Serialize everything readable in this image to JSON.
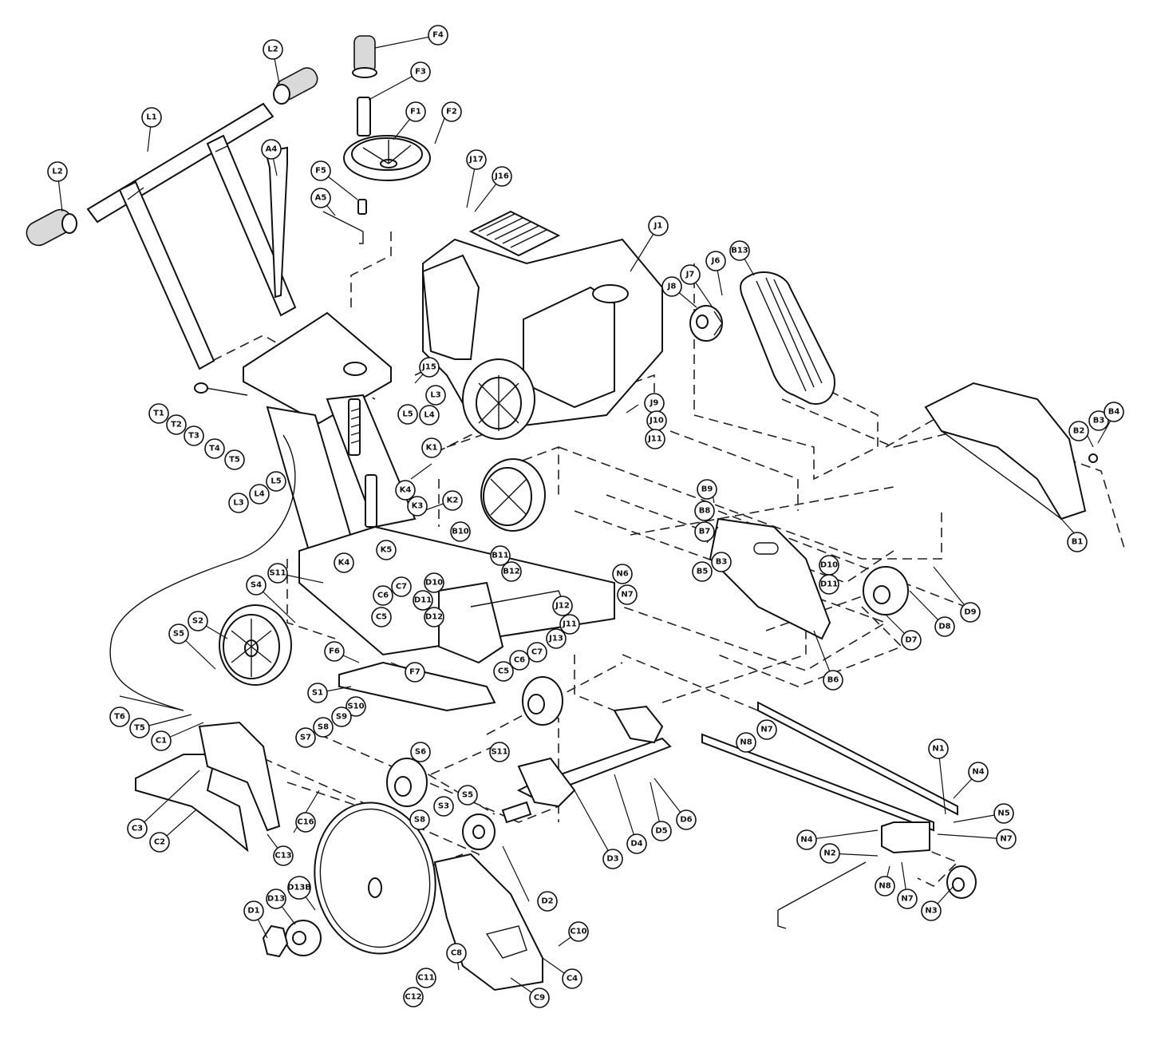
{
  "callouts": [
    {
      "id": "F4",
      "label": "F4"
    },
    {
      "id": "F3",
      "label": "F3"
    },
    {
      "id": "F1",
      "label": "F1"
    },
    {
      "id": "F2",
      "label": "F2"
    },
    {
      "id": "F5",
      "label": "F5"
    },
    {
      "id": "A5",
      "label": "A5"
    },
    {
      "id": "A4",
      "label": "A4"
    },
    {
      "id": "L1",
      "label": "L1"
    },
    {
      "id": "L2a",
      "label": "L2"
    },
    {
      "id": "L2b",
      "label": "L2"
    },
    {
      "id": "J17",
      "label": "J17"
    },
    {
      "id": "J16",
      "label": "J16"
    },
    {
      "id": "J1",
      "label": "J1"
    },
    {
      "id": "B13",
      "label": "B13"
    },
    {
      "id": "J6",
      "label": "J6"
    },
    {
      "id": "J7",
      "label": "J7"
    },
    {
      "id": "J8",
      "label": "J8"
    },
    {
      "id": "J15",
      "label": "J15"
    },
    {
      "id": "L3a",
      "label": "L3"
    },
    {
      "id": "L4a",
      "label": "L4"
    },
    {
      "id": "L5a",
      "label": "L5"
    },
    {
      "id": "J9",
      "label": "J9"
    },
    {
      "id": "J10",
      "label": "J10"
    },
    {
      "id": "J11a",
      "label": "J11"
    },
    {
      "id": "T1",
      "label": "T1"
    },
    {
      "id": "T2",
      "label": "T2"
    },
    {
      "id": "T3",
      "label": "T3"
    },
    {
      "id": "T4",
      "label": "T4"
    },
    {
      "id": "T5a",
      "label": "T5"
    },
    {
      "id": "L5b",
      "label": "L5"
    },
    {
      "id": "L4b",
      "label": "L4"
    },
    {
      "id": "L3b",
      "label": "L3"
    },
    {
      "id": "K1",
      "label": "K1"
    },
    {
      "id": "K4a",
      "label": "K4"
    },
    {
      "id": "K3",
      "label": "K3"
    },
    {
      "id": "K2",
      "label": "K2"
    },
    {
      "id": "K4b",
      "label": "K4"
    },
    {
      "id": "K5",
      "label": "K5"
    },
    {
      "id": "B10",
      "label": "B10"
    },
    {
      "id": "B11",
      "label": "B11"
    },
    {
      "id": "B12",
      "label": "B12"
    },
    {
      "id": "B9",
      "label": "B9"
    },
    {
      "id": "B8",
      "label": "B8"
    },
    {
      "id": "B7",
      "label": "B7"
    },
    {
      "id": "B5",
      "label": "B5"
    },
    {
      "id": "B3",
      "label": "B3"
    },
    {
      "id": "B2",
      "label": "B2"
    },
    {
      "id": "B3b",
      "label": "B3"
    },
    {
      "id": "B4",
      "label": "B4"
    },
    {
      "id": "B1",
      "label": "B1"
    },
    {
      "id": "N6",
      "label": "N6"
    },
    {
      "id": "N7a",
      "label": "N7"
    },
    {
      "id": "D10a",
      "label": "D10"
    },
    {
      "id": "D11a",
      "label": "D11"
    },
    {
      "id": "D10b",
      "label": "D10"
    },
    {
      "id": "D11b",
      "label": "D11"
    },
    {
      "id": "D9",
      "label": "D9"
    },
    {
      "id": "D8",
      "label": "D8"
    },
    {
      "id": "D7",
      "label": "D7"
    },
    {
      "id": "B6",
      "label": "B6"
    },
    {
      "id": "S11a",
      "label": "S11"
    },
    {
      "id": "S4",
      "label": "S4"
    },
    {
      "id": "S2",
      "label": "S2"
    },
    {
      "id": "S5",
      "label": "S5"
    },
    {
      "id": "C7a",
      "label": "C7"
    },
    {
      "id": "C6a",
      "label": "C6"
    },
    {
      "id": "C5a",
      "label": "C5"
    },
    {
      "id": "D12",
      "label": "D12"
    },
    {
      "id": "J12",
      "label": "J12"
    },
    {
      "id": "J11b",
      "label": "J11"
    },
    {
      "id": "J13",
      "label": "J13"
    },
    {
      "id": "C7b",
      "label": "C7"
    },
    {
      "id": "C6b",
      "label": "C6"
    },
    {
      "id": "C5b",
      "label": "C5"
    },
    {
      "id": "F6",
      "label": "F6"
    },
    {
      "id": "F7",
      "label": "F7"
    },
    {
      "id": "S1",
      "label": "S1"
    },
    {
      "id": "T6",
      "label": "T6"
    },
    {
      "id": "T5b",
      "label": "T5"
    },
    {
      "id": "C1",
      "label": "C1"
    },
    {
      "id": "S10",
      "label": "S10"
    },
    {
      "id": "S9",
      "label": "S9"
    },
    {
      "id": "S8a",
      "label": "S8"
    },
    {
      "id": "S7",
      "label": "S7"
    },
    {
      "id": "S6",
      "label": "S6"
    },
    {
      "id": "S11b",
      "label": "S11"
    },
    {
      "id": "S5b",
      "label": "S5"
    },
    {
      "id": "S3",
      "label": "S3"
    },
    {
      "id": "S8b",
      "label": "S8"
    },
    {
      "id": "C3",
      "label": "C3"
    },
    {
      "id": "C2",
      "label": "C2"
    },
    {
      "id": "C13",
      "label": "C13"
    },
    {
      "id": "C16",
      "label": "C16"
    },
    {
      "id": "D3",
      "label": "D3"
    },
    {
      "id": "D4",
      "label": "D4"
    },
    {
      "id": "D5",
      "label": "D5"
    },
    {
      "id": "D6",
      "label": "D6"
    },
    {
      "id": "D2",
      "label": "D2"
    },
    {
      "id": "N8a",
      "label": "N8"
    },
    {
      "id": "N7b",
      "label": "N7"
    },
    {
      "id": "N1",
      "label": "N1"
    },
    {
      "id": "N4a",
      "label": "N4"
    },
    {
      "id": "N5",
      "label": "N5"
    },
    {
      "id": "N7c",
      "label": "N7"
    },
    {
      "id": "N4b",
      "label": "N4"
    },
    {
      "id": "N2",
      "label": "N2"
    },
    {
      "id": "N8b",
      "label": "N8"
    },
    {
      "id": "N7d",
      "label": "N7"
    },
    {
      "id": "N3",
      "label": "N3"
    },
    {
      "id": "D1",
      "label": "D1"
    },
    {
      "id": "D13",
      "label": "D13"
    },
    {
      "id": "D13B",
      "label": "D13B"
    },
    {
      "id": "C10",
      "label": "C10"
    },
    {
      "id": "C4",
      "label": "C4"
    },
    {
      "id": "C8",
      "label": "C8"
    },
    {
      "id": "C11",
      "label": "C11"
    },
    {
      "id": "C12",
      "label": "C12"
    },
    {
      "id": "C9",
      "label": "C9"
    }
  ]
}
